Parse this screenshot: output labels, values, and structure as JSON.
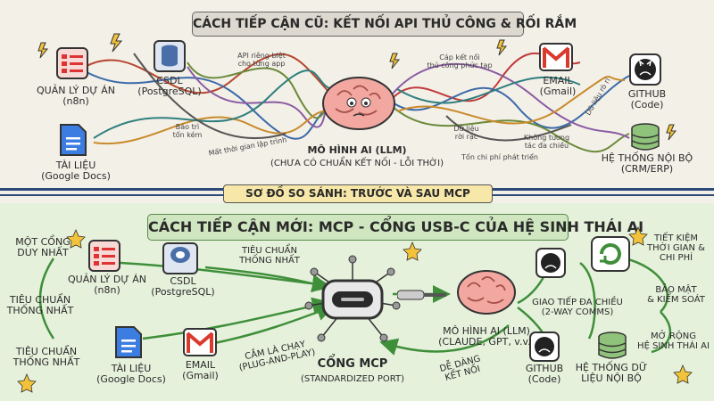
{
  "top": {
    "title": "CÁCH TIẾP CẬN CŨ: KẾT NỐI API THỦ CÔNG & RỐI RẮM",
    "nodes": {
      "project_mgmt": {
        "name": "QUẢN LÝ DỰ ÁN",
        "sub": "(n8n)"
      },
      "db": {
        "name": "CSDL",
        "sub": "(PostgreSQL)"
      },
      "docs": {
        "name": "TÀI LIỆU",
        "sub": "(Google Docs)"
      },
      "llm": {
        "name": "MÔ HÌNH AI (LLM)",
        "sub": "(CHƯA CÓ CHUẨN KẾT NỐI - LỖI THỜI)"
      },
      "email": {
        "name": "EMAIL",
        "sub": "(Gmail)"
      },
      "github": {
        "name": "GITHUB",
        "sub": "(Code)"
      },
      "internal": {
        "name": "HỆ THỐNG NỘI BỘ",
        "sub": "(CRM/ERP)"
      }
    },
    "notes": {
      "separate_api": "API riêng biệt\ncho từng app",
      "costly": "Bảo trì\ntốn kém",
      "time": "Mất thời gian lập trình",
      "complex": "Cáp kết nối\nthủ công phức tạp",
      "scattered": "Dữ liệu\nrời rạc",
      "incompatible": "Không tương\ntác đa chiều",
      "dev_cost": "Tốn chi phí phát triển",
      "data_leak": "Dữ liệu rò rỉ"
    }
  },
  "banner": "SƠ ĐỒ SO SÁNH: TRƯỚC VÀ SAU MCP",
  "bottom": {
    "title": "CÁCH TIẾP CẬN MỚI: MCP - CỔNG USB-C CỦA HỆ SINH THÁI AI",
    "nodes": {
      "project_mgmt": {
        "name": "QUẢN LÝ DỰ ÁN",
        "sub": "(n8n)"
      },
      "db": {
        "name": "CSDL",
        "sub": "(PostgreSQL)"
      },
      "docs": {
        "name": "TÀI LIỆU",
        "sub": "(Google Docs)"
      },
      "email": {
        "name": "EMAIL",
        "sub": "(Gmail)"
      },
      "mcp": {
        "name": "CỔNG MCP",
        "sub": "(STANDARDIZED PORT)"
      },
      "llm": {
        "name": "MÔ HÌNH AI (LLM)",
        "sub": "(CLAUDE, GPT, v.v.)"
      },
      "github": {
        "name": "GITHUB",
        "sub": "(Code)"
      },
      "internal": {
        "name": "HỆ THỐNG DỮ\nLIỆU NỘI BỘ",
        "sub": ""
      }
    },
    "notes": {
      "one_port": "MỘT CỔNG\nDUY NHẤT",
      "std1": "TIÊU CHUẨN\nTHỐNG NHẤT",
      "std2": "TIÊU CHUẨN\nTHỐNG NHẤT",
      "std3": "TIÊU CHUẨN\nTHỐNG NHẤT",
      "plug": "CẮM LÀ CHẠY\n(PLUG-AND-PLAY)",
      "two_way": "GIAO TIẾP ĐA CHIỀU\n(2-WAY COMMS)",
      "easy": "DỄ DÀNG\nKẾT NỐI",
      "save": "TIẾT KIỆM\nTHỜI GIAN &\nCHI PHÍ",
      "secure": "BẢO MẬT\n& KIỂM SOÁT",
      "expand": "MỞ RỘNG\nHỆ SINH THÁI AI"
    }
  },
  "colors": {
    "wire_green": "#3f8f3a",
    "brain": "#f2a7a0",
    "gmail_red": "#d93a2b",
    "doc_blue": "#3b7de0",
    "db_blue": "#4a6fa8"
  }
}
